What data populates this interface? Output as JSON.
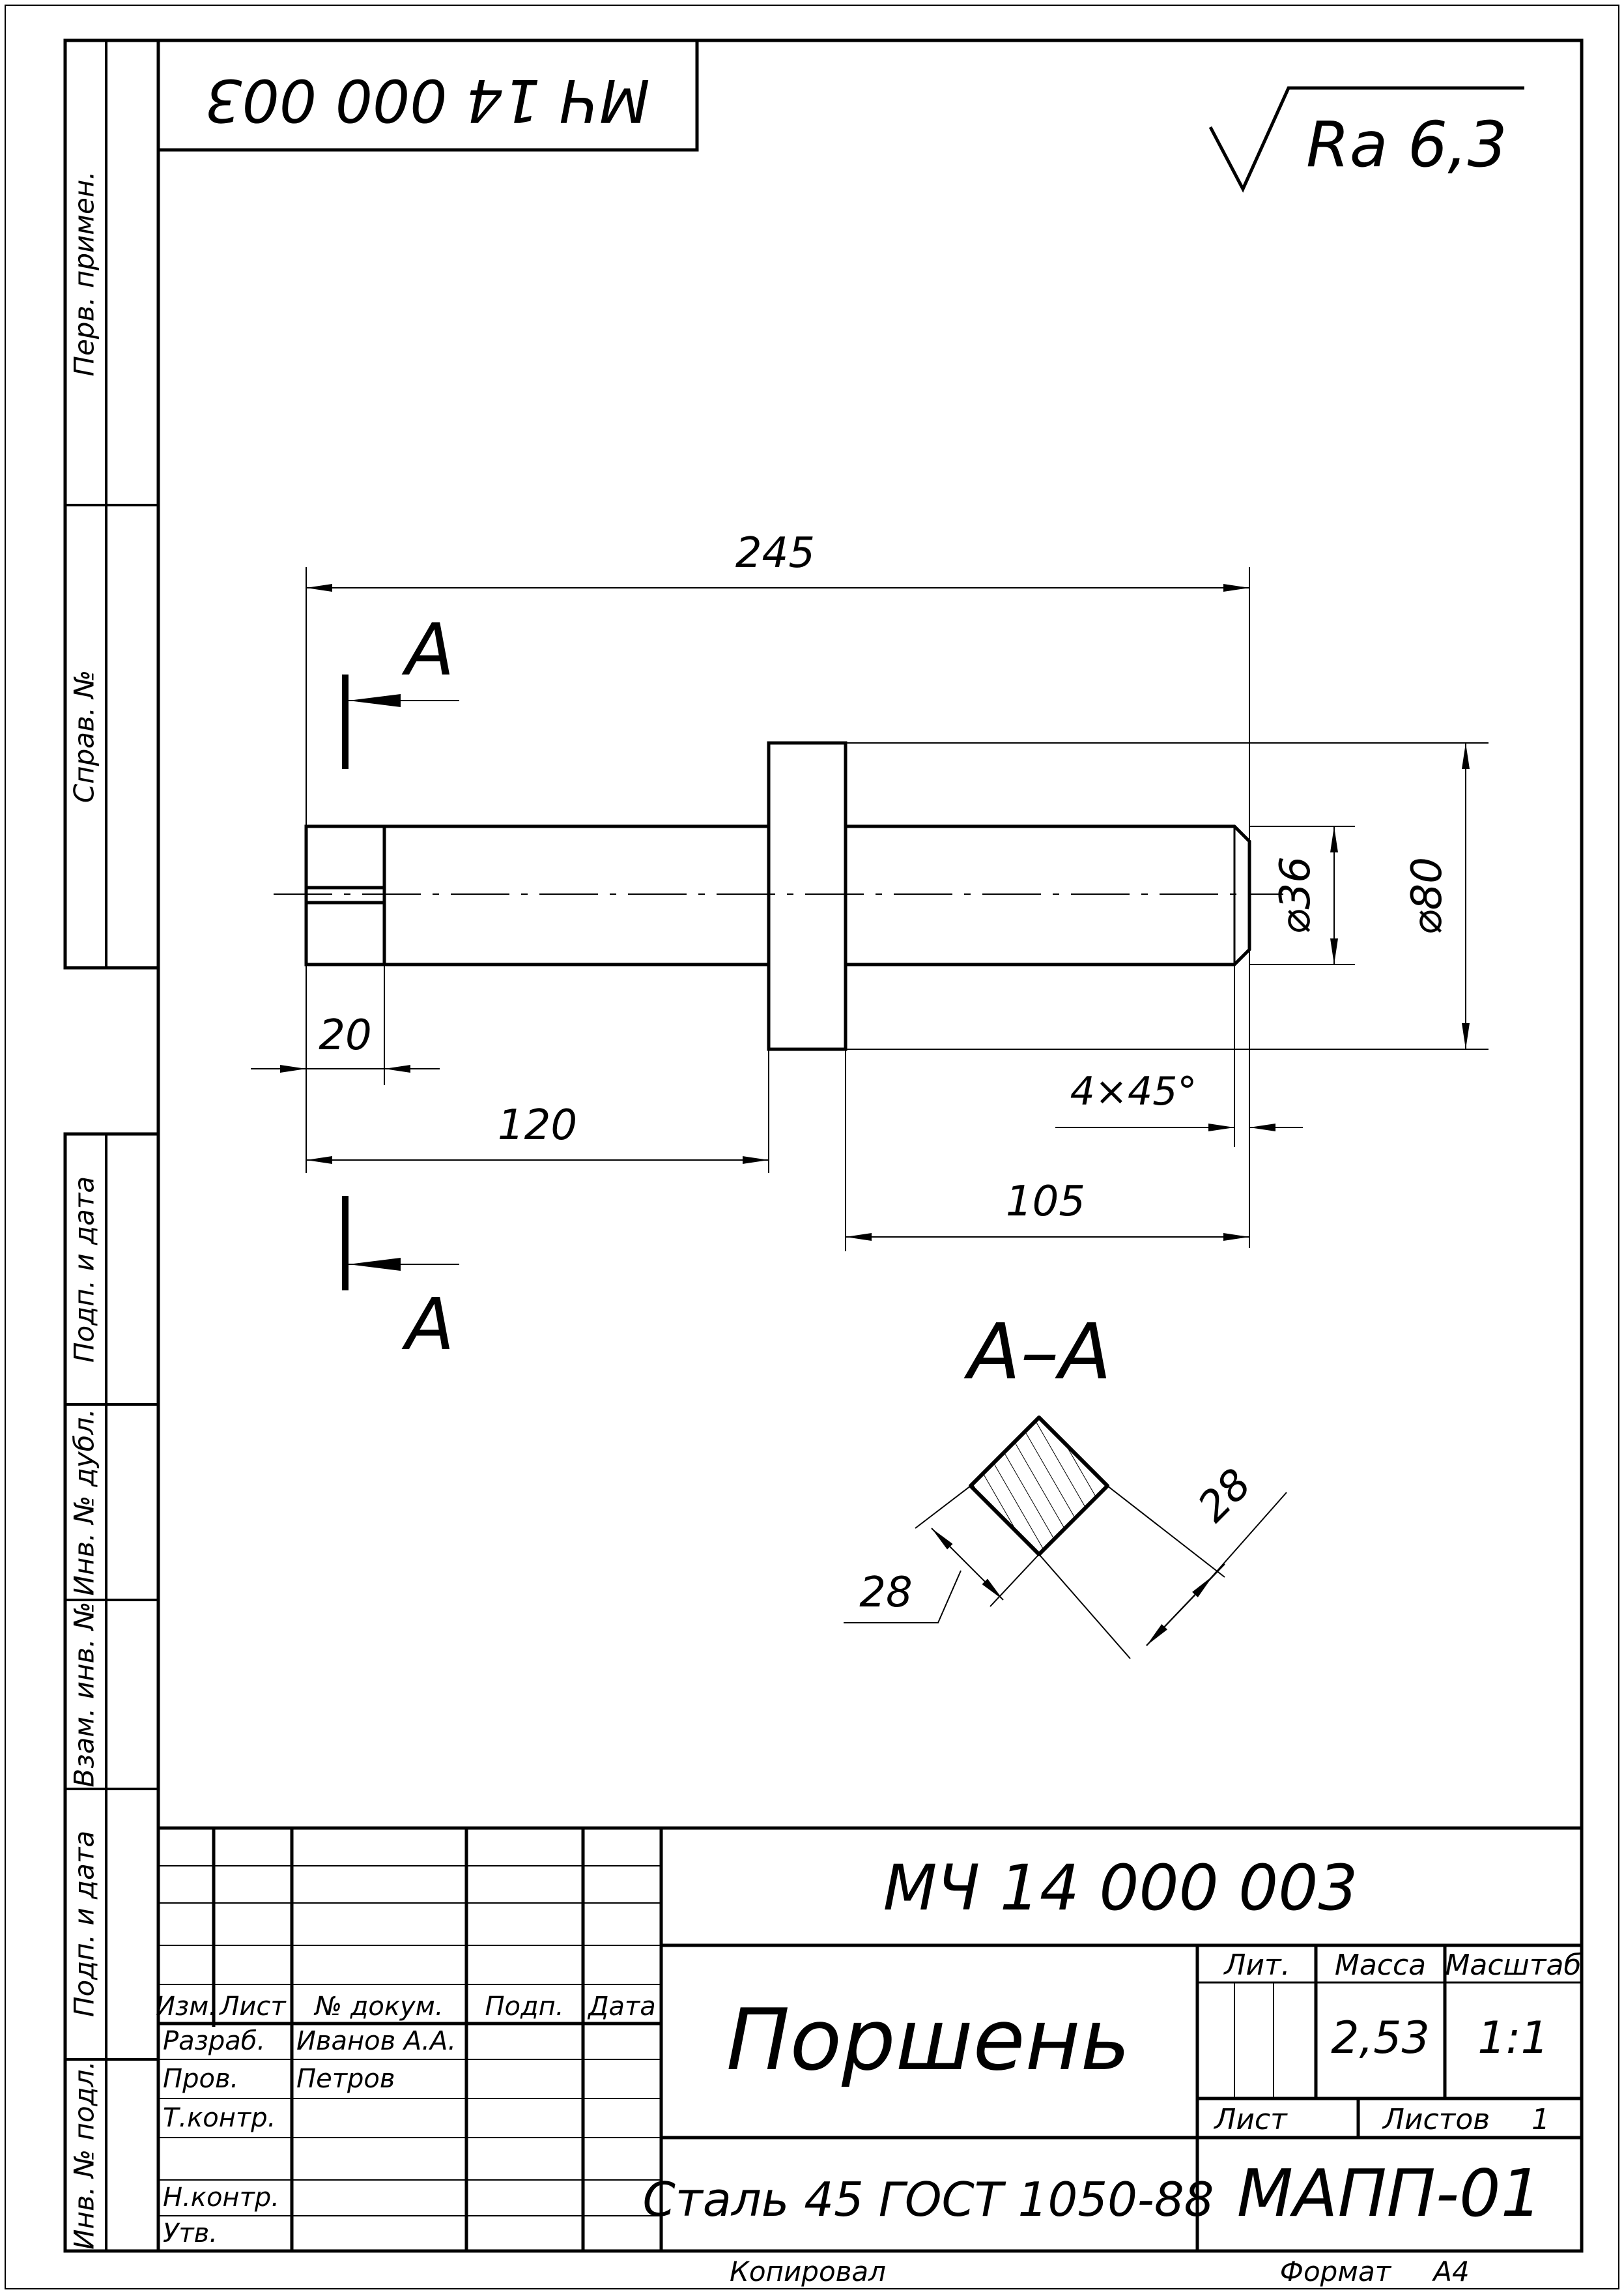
{
  "doc_code": "МЧ 14 000 003",
  "doc_code_rotated": "МЧ 14 000 003",
  "roughness": "Ra 6,3",
  "side_labels": {
    "perv_primen": "Перв. примен.",
    "sprav_no": "Справ. №",
    "podp_data_1": "Подп. и дата",
    "inv_dubl": "Инв. № дубл.",
    "vzam_inv": "Взам. инв. №",
    "podp_data_2": "Подп. и дата",
    "inv_podl": "Инв. № подл."
  },
  "dimensions": {
    "overall_length": "245",
    "slot_length": "20",
    "to_collar": "120",
    "rod_length": "105",
    "chamfer": "4×45°",
    "rod_diameter": "⌀36",
    "collar_diameter": "⌀80",
    "square_a": "28",
    "square_b": "28"
  },
  "section": {
    "marker_top": "A",
    "marker_bottom": "A",
    "title": "А–А"
  },
  "title_block": {
    "part_name": "Поршень",
    "material": "Сталь 45  ГОСТ 1050-88",
    "organization": "МАПП-01",
    "code": "МЧ 14 000 003",
    "headers": {
      "izm": "Изм.",
      "list": "Лист",
      "no_dokum": "№ докум.",
      "podp": "Подп.",
      "data": "Дата",
      "lit": "Лит.",
      "massa": "Масса",
      "masshtab": "Масштаб",
      "sheet": "Лист",
      "sheets": "Листов"
    },
    "roles": {
      "razrab": "Разраб.",
      "prov": "Пров.",
      "t_kontr": "Т.контр.",
      "n_kontr": "Н.контр.",
      "utv": "Утв."
    },
    "people": {
      "razrab": "Иванов А.А.",
      "prov": "Петров"
    },
    "mass_value": "2,53",
    "scale_value": "1:1",
    "sheets_total": "1"
  },
  "footer": {
    "copied": "Копировал",
    "format_label": "Формат",
    "format_value": "А4"
  }
}
